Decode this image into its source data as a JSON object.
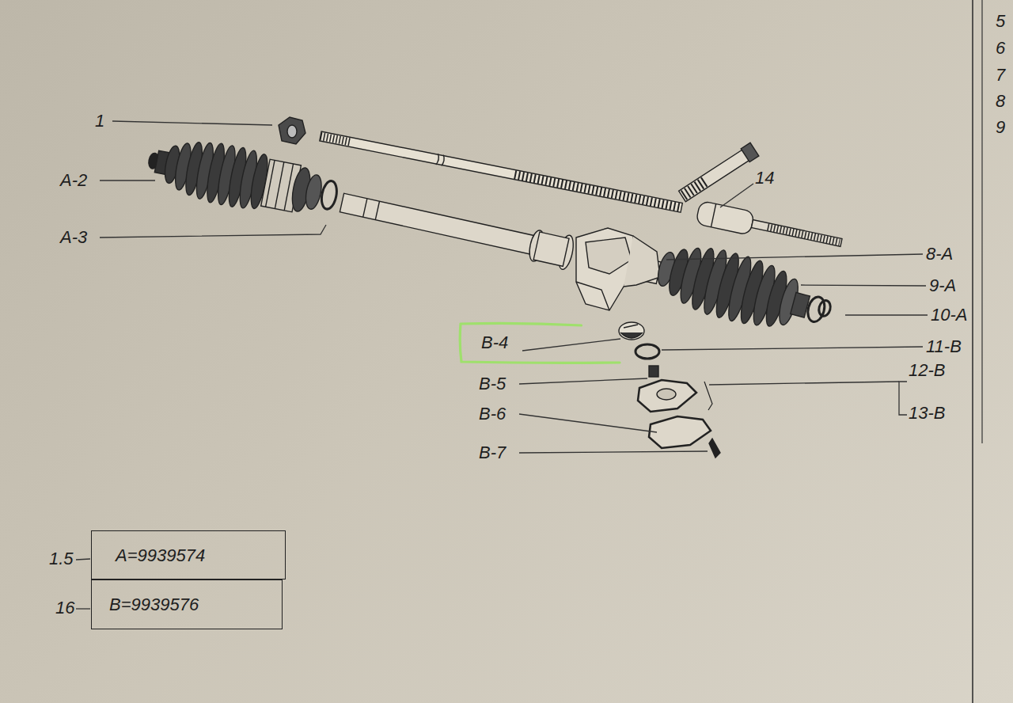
{
  "diagram": {
    "nodes": [
      {
        "text": [
          "B-4"
        ]
      },
      {
        "text": [
          "A=9939574"
        ]
      },
      {
        "text": [
          "B=9939576"
        ]
      }
    ],
    "labels": [
      "1",
      "A-2",
      "A-3",
      "14",
      "8-A",
      "9-A",
      "10-A",
      "11-B",
      "12-B",
      "13-B",
      "B-5",
      "B-6",
      "B-7",
      "1.5",
      "16",
      "5",
      "6",
      "7",
      "8",
      "9"
    ]
  }
}
